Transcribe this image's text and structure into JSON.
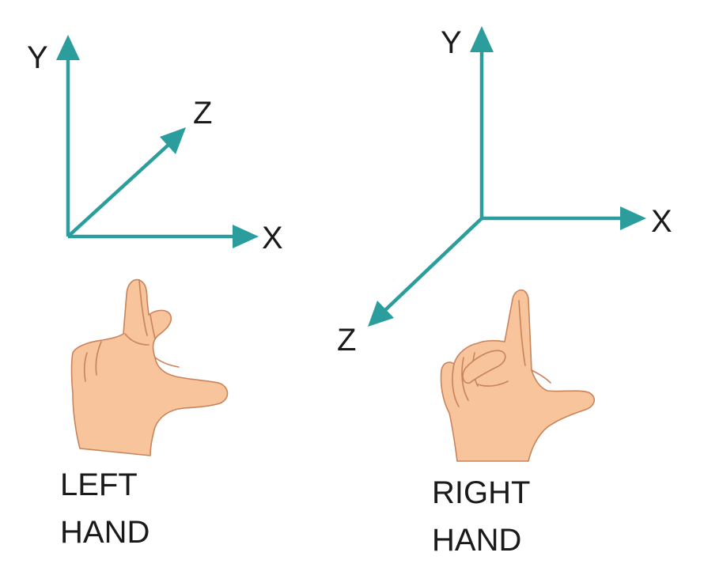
{
  "colors": {
    "axis": "#2a9d9c",
    "skin": "#f7c49c",
    "skin_outline": "#c9835a",
    "text": "#1a1a1a"
  },
  "left_system": {
    "y_label": "Y",
    "z_label": "Z",
    "x_label": "X",
    "caption_line1": "LEFT",
    "caption_line2": "HAND",
    "icon": "left-hand-icon"
  },
  "right_system": {
    "y_label": "Y",
    "x_label": "X",
    "z_label": "Z",
    "caption_line1": "RIGHT",
    "caption_line2": "HAND",
    "icon": "right-hand-icon"
  }
}
